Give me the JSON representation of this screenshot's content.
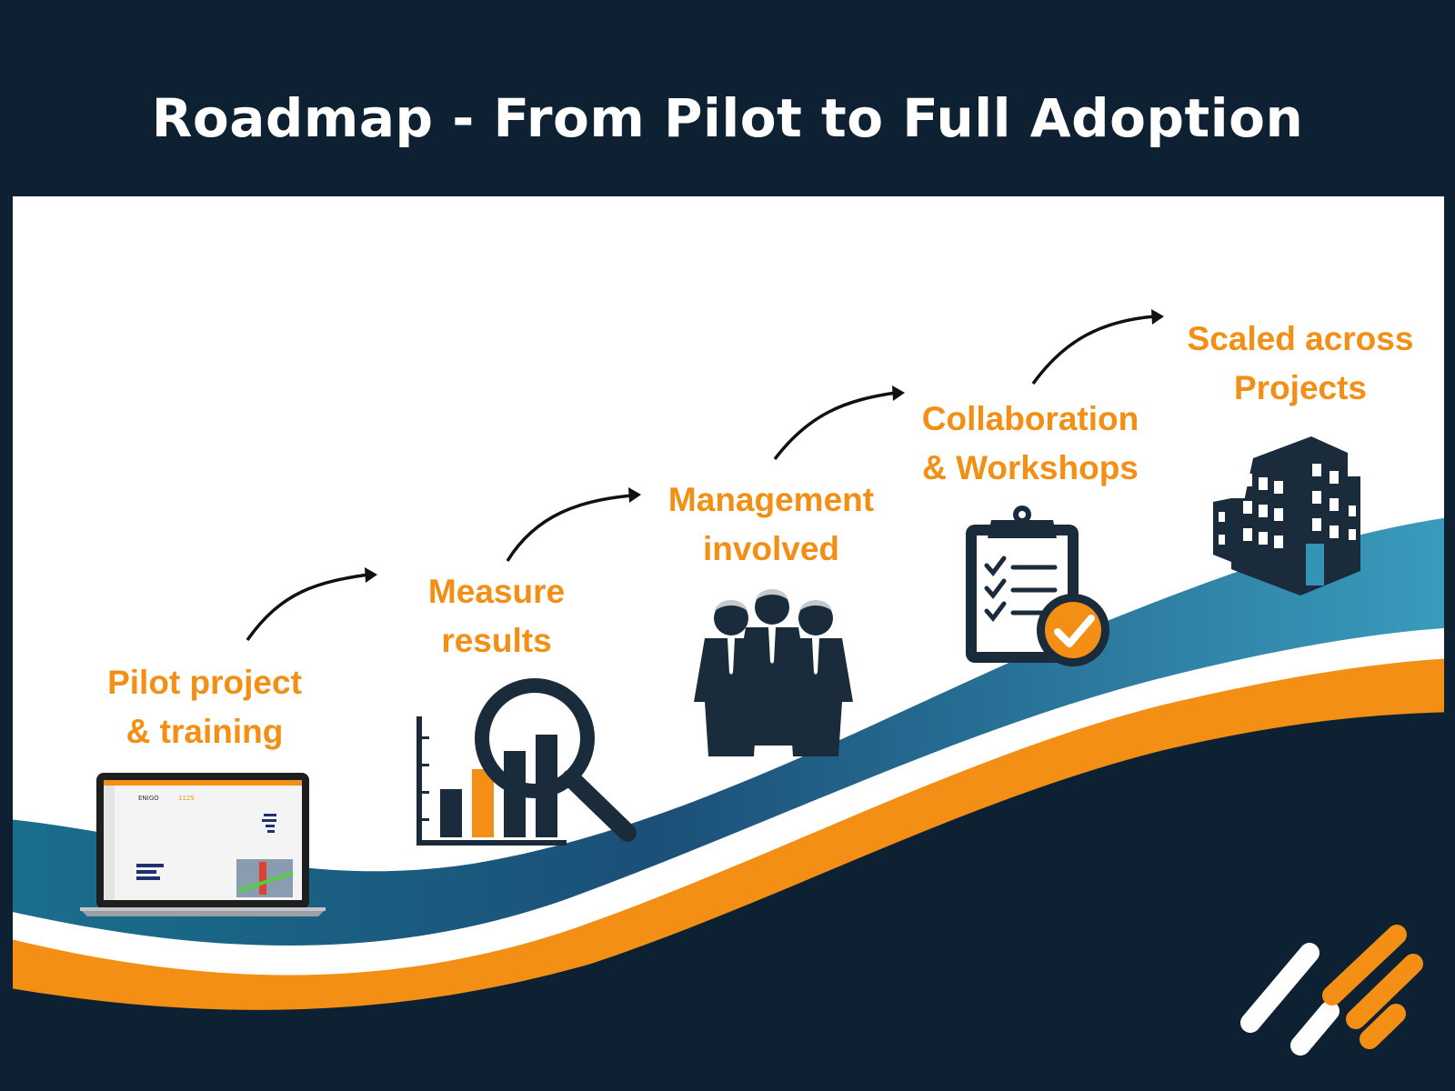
{
  "title": "Roadmap - From Pilot to Full Adoption",
  "colors": {
    "background": "#0e2133",
    "panel": "#ffffff",
    "accent_orange": "#f28f14",
    "wave_blue": "#1b5d7f",
    "wave_teal": "#3594b5",
    "icon_dark": "#1a2b3c"
  },
  "steps": [
    {
      "line1": "Pilot project",
      "line2": "& training",
      "icon": "laptop-dashboard-icon"
    },
    {
      "line1": "Measure",
      "line2": "results",
      "icon": "magnifier-bar-chart-icon"
    },
    {
      "line1": "Management",
      "line2": "involved",
      "icon": "business-people-icon"
    },
    {
      "line1": "Collaboration",
      "line2": "& Workshops",
      "icon": "clipboard-checklist-icon"
    },
    {
      "line1": "Scaled across",
      "line2": "Projects",
      "icon": "office-building-icon"
    }
  ],
  "laptop_screen": {
    "logo": "ENIGO",
    "metric": "1125"
  },
  "brand_logo_icon": "stripes-logo-icon"
}
